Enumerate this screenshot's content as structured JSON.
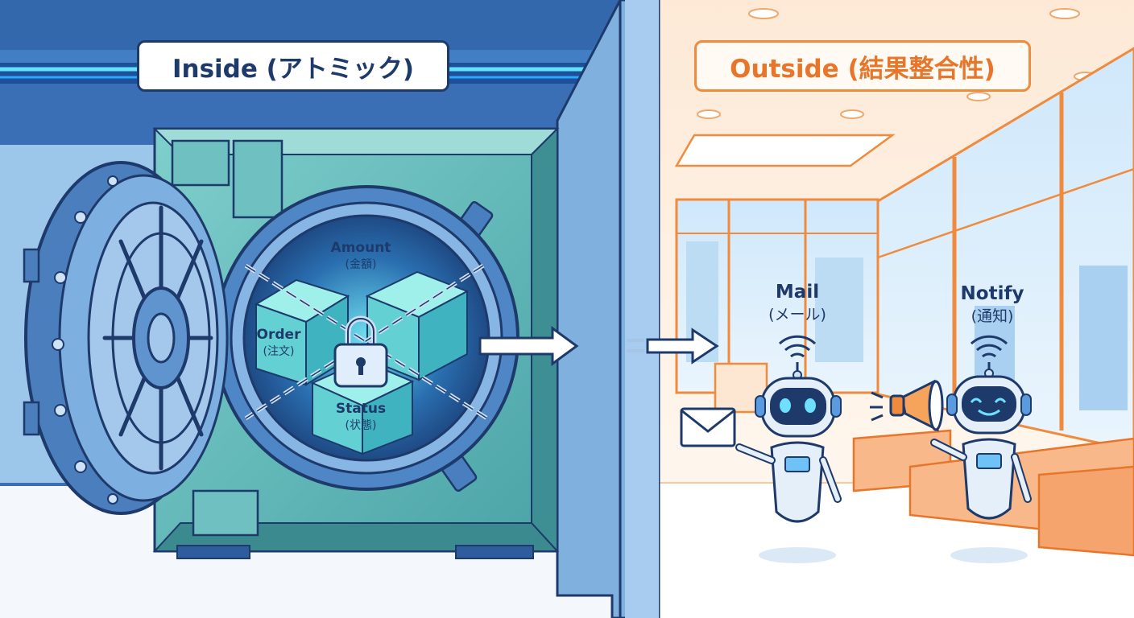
{
  "inside": {
    "title": "Inside (アトミック)",
    "blocks": [
      {
        "label": "Amount",
        "sub": "(金額)"
      },
      {
        "label": "Order",
        "sub": "(注文)"
      },
      {
        "label": "Status",
        "sub": "(状態)"
      }
    ]
  },
  "outside": {
    "title": "Outside (結果整合性)",
    "workers": [
      {
        "label": "Mail",
        "sub": "(メール)"
      },
      {
        "label": "Notify",
        "sub": "(通知)"
      }
    ]
  },
  "colors": {
    "inside_wall": "#3f7fc4",
    "vault_teal": "#5cb8b8",
    "frame_navy": "#1e3a6b",
    "outside_accent": "#f08a3c",
    "robot_blue": "#5a9be0"
  }
}
